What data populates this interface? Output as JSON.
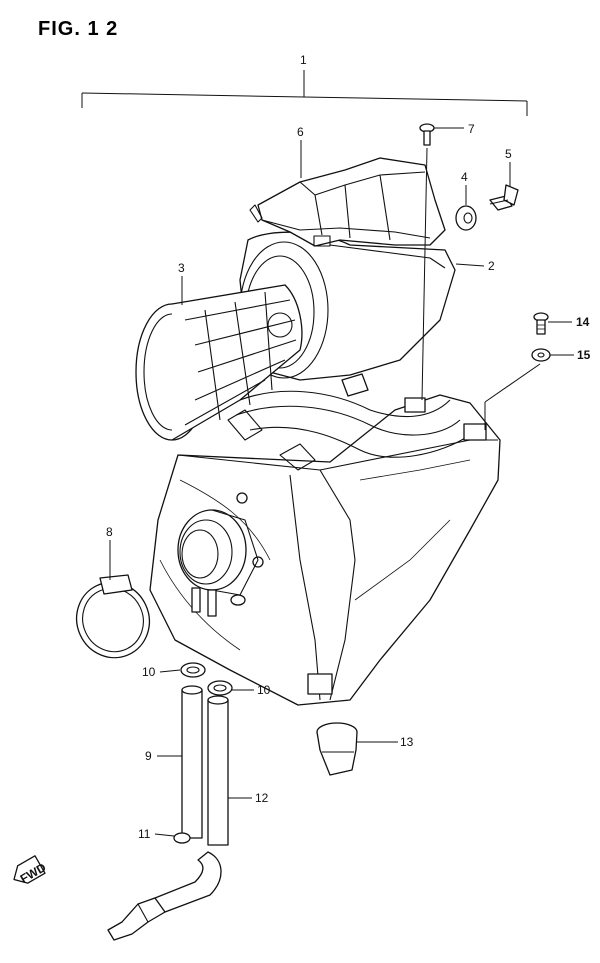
{
  "figure": {
    "title": "FIG. 1 2"
  },
  "callouts": [
    {
      "id": "1",
      "label": "1"
    },
    {
      "id": "2",
      "label": "2"
    },
    {
      "id": "3",
      "label": "3"
    },
    {
      "id": "4",
      "label": "4"
    },
    {
      "id": "5",
      "label": "5"
    },
    {
      "id": "6",
      "label": "6"
    },
    {
      "id": "7",
      "label": "7"
    },
    {
      "id": "8",
      "label": "8"
    },
    {
      "id": "9",
      "label": "9"
    },
    {
      "id": "10a",
      "label": "10"
    },
    {
      "id": "10b",
      "label": "10"
    },
    {
      "id": "11",
      "label": "11"
    },
    {
      "id": "12",
      "label": "12"
    },
    {
      "id": "13",
      "label": "13"
    },
    {
      "id": "14",
      "label": "14"
    },
    {
      "id": "15",
      "label": "15"
    }
  ],
  "fwd_badge": {
    "label": "FWD"
  }
}
